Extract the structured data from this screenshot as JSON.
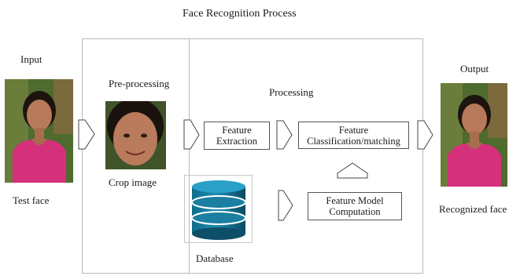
{
  "title": "Face Recognition Process",
  "input": {
    "label": "Input",
    "caption": "Test face"
  },
  "preprocessing": {
    "label": "Pre-processing",
    "caption": "Crop image"
  },
  "processing": {
    "label": "Processing",
    "feature_extraction": "Feature\nExtraction",
    "feature_classification": "Feature\nClassification/matching",
    "feature_model": "Feature Model\nComputation",
    "database": "Database"
  },
  "output": {
    "label": "Output",
    "caption": "Recognized face"
  },
  "colors": {
    "db_teal": "#1c8db1",
    "db_dark": "#0d4f68",
    "shirt": "#d4317a",
    "background_green": "#4f6b2e"
  }
}
